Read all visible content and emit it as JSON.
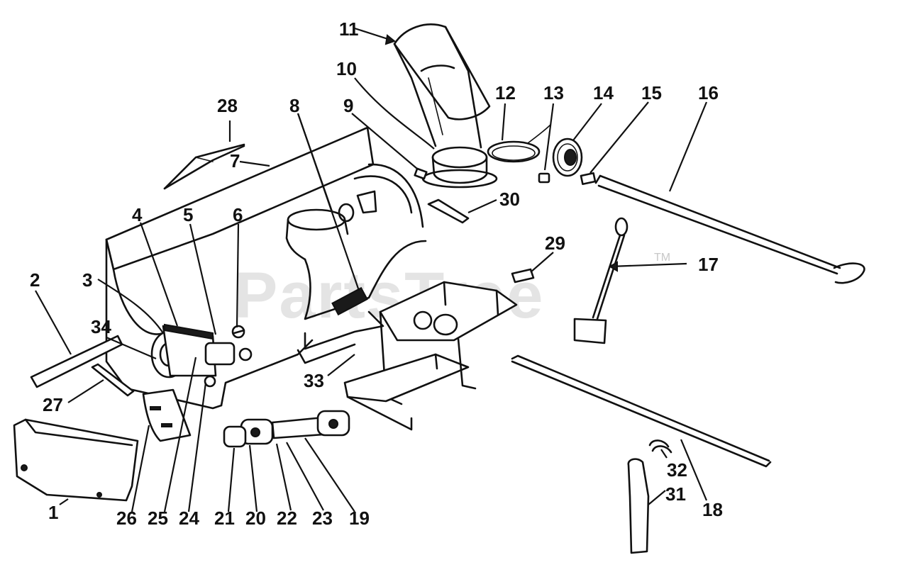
{
  "watermark": {
    "text": "PartsTree",
    "trademark": "TM"
  },
  "colors": {
    "ink": "#111111",
    "paper": "#ffffff",
    "watermark": "#cfcfcf"
  },
  "callouts": [
    {
      "id": "c1",
      "label": "1"
    },
    {
      "id": "c2",
      "label": "2"
    },
    {
      "id": "c3",
      "label": "3"
    },
    {
      "id": "c4",
      "label": "4"
    },
    {
      "id": "c5",
      "label": "5"
    },
    {
      "id": "c6",
      "label": "6"
    },
    {
      "id": "c7",
      "label": "7"
    },
    {
      "id": "c8",
      "label": "8"
    },
    {
      "id": "c9",
      "label": "9"
    },
    {
      "id": "c10",
      "label": "10"
    },
    {
      "id": "c11",
      "label": "11"
    },
    {
      "id": "c12",
      "label": "12"
    },
    {
      "id": "c13",
      "label": "13"
    },
    {
      "id": "c14",
      "label": "14"
    },
    {
      "id": "c15",
      "label": "15"
    },
    {
      "id": "c16",
      "label": "16"
    },
    {
      "id": "c17",
      "label": "17"
    },
    {
      "id": "c18",
      "label": "18"
    },
    {
      "id": "c19",
      "label": "19"
    },
    {
      "id": "c20",
      "label": "20"
    },
    {
      "id": "c21",
      "label": "21"
    },
    {
      "id": "c22",
      "label": "22"
    },
    {
      "id": "c23",
      "label": "23"
    },
    {
      "id": "c24",
      "label": "24"
    },
    {
      "id": "c25",
      "label": "25"
    },
    {
      "id": "c26",
      "label": "26"
    },
    {
      "id": "c27",
      "label": "27"
    },
    {
      "id": "c28",
      "label": "28"
    },
    {
      "id": "c29",
      "label": "29"
    },
    {
      "id": "c30",
      "label": "30"
    },
    {
      "id": "c31",
      "label": "31"
    },
    {
      "id": "c32",
      "label": "32"
    },
    {
      "id": "c33",
      "label": "33"
    },
    {
      "id": "c34",
      "label": "34"
    }
  ]
}
